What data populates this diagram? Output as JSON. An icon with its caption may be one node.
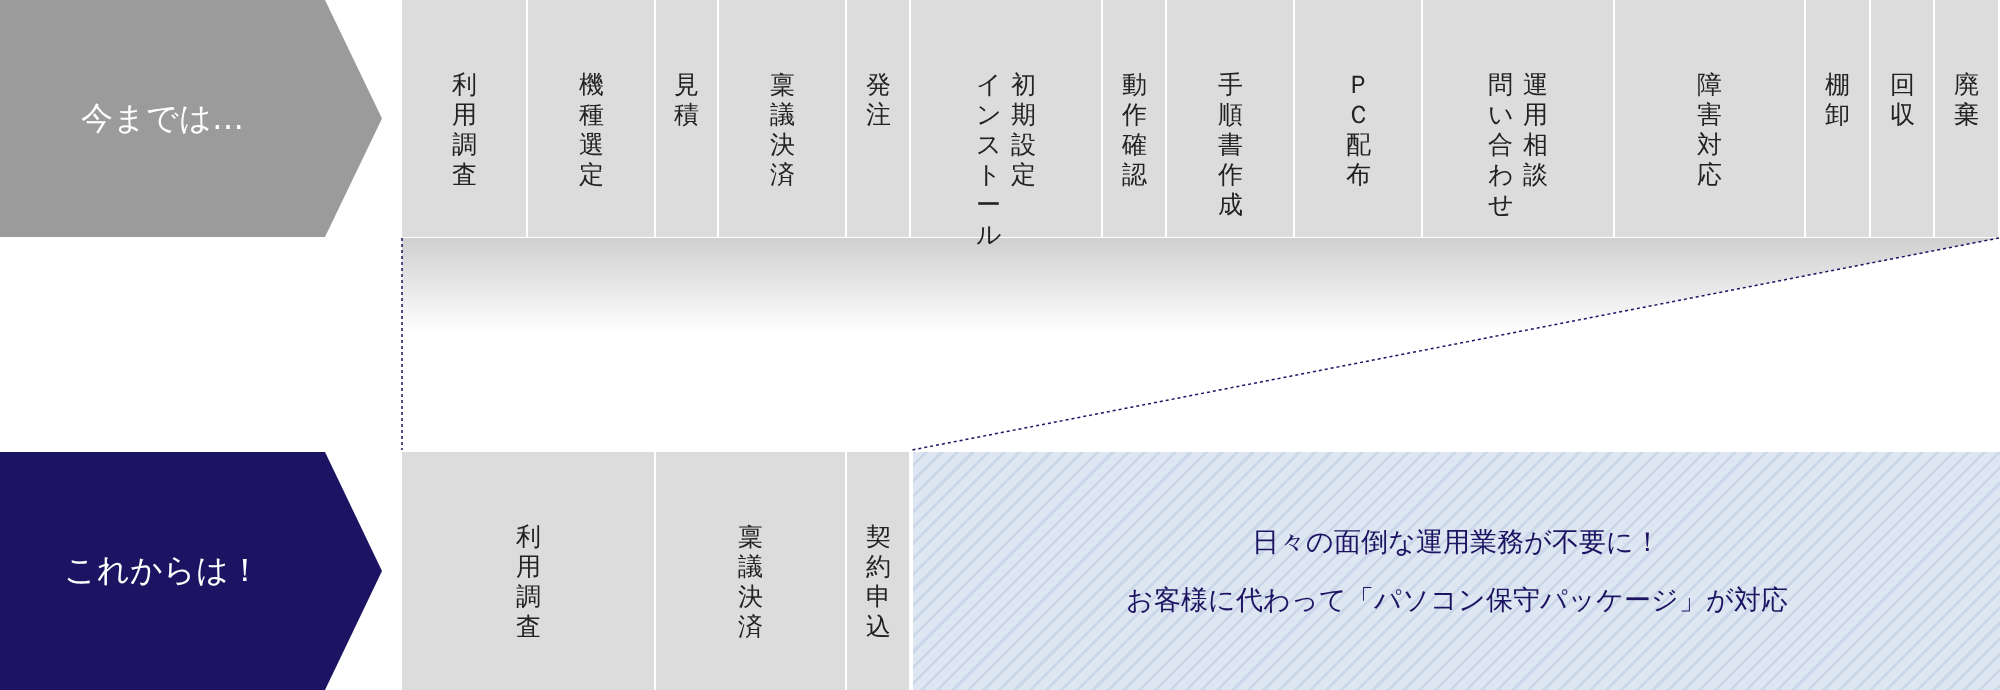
{
  "diagram": {
    "nodes": [
      {
        "text": [
          "今までは…"
        ]
      },
      {
        "text": [
          "利用調査"
        ]
      },
      {
        "text": [
          "機種選定"
        ]
      },
      {
        "text": [
          "見積"
        ]
      },
      {
        "text": [
          "稟議決済"
        ]
      },
      {
        "text": [
          "発注"
        ]
      },
      {
        "text": [
          "インストール",
          "初期設定"
        ]
      },
      {
        "text": [
          "動作確認"
        ]
      },
      {
        "text": [
          "手順書作成"
        ]
      },
      {
        "text": [
          "ＰＣ配布"
        ]
      },
      {
        "text": [
          "問い合わせ",
          "運用相談"
        ]
      },
      {
        "text": [
          "障害対応"
        ]
      },
      {
        "text": [
          "棚卸"
        ]
      },
      {
        "text": [
          "回収"
        ]
      },
      {
        "text": [
          "廃棄"
        ]
      },
      {
        "text": [
          "これからは！"
        ]
      },
      {
        "text": [
          "利用調査"
        ]
      },
      {
        "text": [
          "稟議決済"
        ]
      },
      {
        "text": [
          "契約申込"
        ]
      },
      {
        "text": [
          "日々の面倒な運用業務が不要に！",
          "お客様に代わって「パソコン保守パッケージ」が対応"
        ]
      }
    ]
  }
}
